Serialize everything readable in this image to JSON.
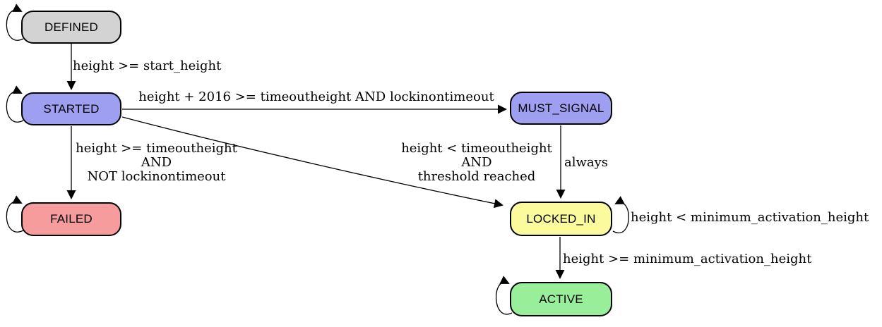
{
  "diagram": {
    "type": "state-machine",
    "background": "#ffffff",
    "edge_color": "#000000",
    "nodes": [
      {
        "id": "defined",
        "label": "DEFINED",
        "fill": "#d3d3d3",
        "self_loop": "left"
      },
      {
        "id": "started",
        "label": "STARTED",
        "fill": "#9f9ff2",
        "self_loop": "left"
      },
      {
        "id": "failed",
        "label": "FAILED",
        "fill": "#f79c9c",
        "self_loop": "left"
      },
      {
        "id": "must-signal",
        "label": "MUST_SIGNAL",
        "fill": "#9f9ff2",
        "self_loop": "none"
      },
      {
        "id": "locked-in",
        "label": "LOCKED_IN",
        "fill": "#fbfb9d",
        "self_loop": "right"
      },
      {
        "id": "active",
        "label": "ACTIVE",
        "fill": "#99ee99",
        "self_loop": "left"
      }
    ],
    "edges": [
      {
        "from": "DEFINED",
        "to": "STARTED",
        "label": "height >= start_height"
      },
      {
        "from": "STARTED",
        "to": "MUST_SIGNAL",
        "label": "height + 2016 >= timeoutheight AND lockinontimeout"
      },
      {
        "from": "STARTED",
        "to": "FAILED",
        "label_lines": [
          "height >= timeoutheight",
          "AND",
          "NOT lockinontimeout"
        ]
      },
      {
        "from": "STARTED",
        "to": "LOCKED_IN",
        "label_lines": [
          "height < timeoutheight",
          "AND",
          "threshold reached"
        ]
      },
      {
        "from": "MUST_SIGNAL",
        "to": "LOCKED_IN",
        "label": "always"
      },
      {
        "from": "LOCKED_IN",
        "to": "LOCKED_IN",
        "label": "height < minimum_activation_height"
      },
      {
        "from": "LOCKED_IN",
        "to": "ACTIVE",
        "label": "height >= minimum_activation_height"
      }
    ]
  }
}
